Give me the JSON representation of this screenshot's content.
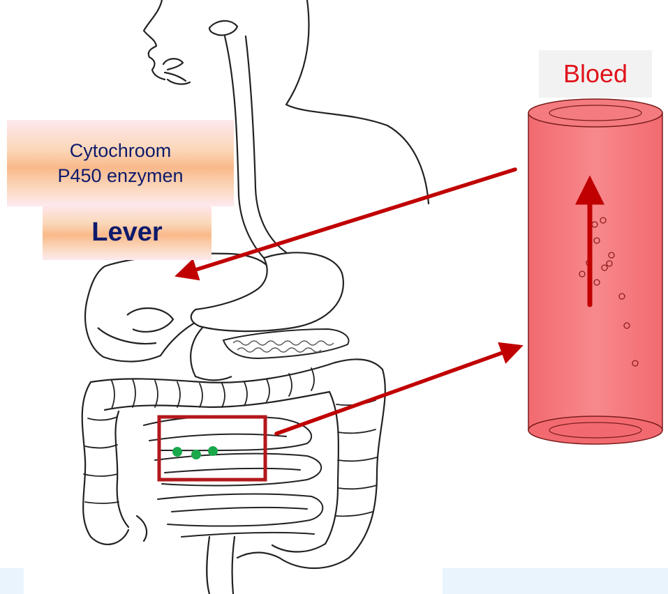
{
  "labels": {
    "enzyme_line1": "Cytochroom",
    "enzyme_line2": "P450 enzymen",
    "organ": "Lever",
    "blood": "Bloed"
  },
  "colors": {
    "arrow": "#c00000",
    "blood_fill": "#f47b7f",
    "highlight_box": "#b3181b",
    "drug_dots": "#19a84a",
    "label_text": "#0d1a6b",
    "blood_text": "#e0131b",
    "outline": "#222222"
  }
}
